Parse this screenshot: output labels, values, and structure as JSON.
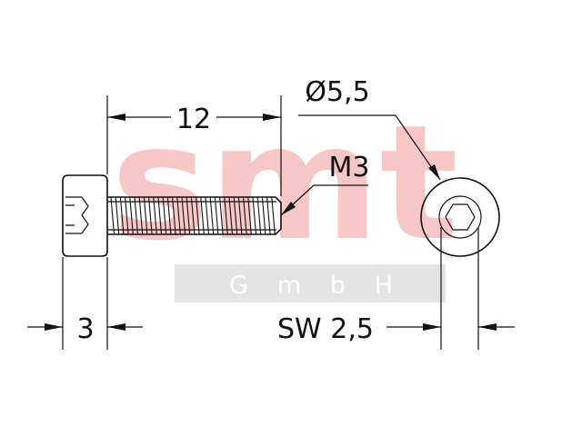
{
  "dimensions": {
    "length": "12",
    "head_height": "3",
    "head_diameter": "Ø5,5",
    "thread": "M3",
    "wrench_size": "SW 2,5"
  },
  "watermark": {
    "logo": "smt",
    "subtitle": "G m b H",
    "colors": {
      "logo": "#f7c6c6",
      "bar": "#e4e4e4"
    }
  },
  "colors": {
    "lines": "#111111",
    "background": "#ffffff"
  }
}
